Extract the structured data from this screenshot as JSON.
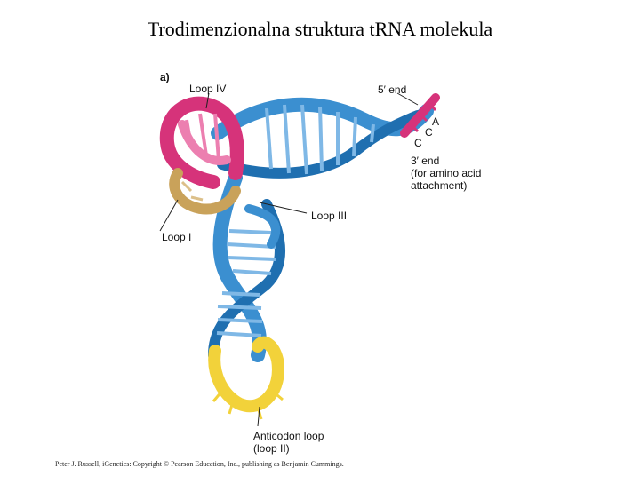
{
  "title": "Trodimenzionalna struktura tRNA molekula",
  "figure": {
    "panel_label": "a)",
    "labels": {
      "loop_iv": "Loop IV",
      "five_end": "5′ end",
      "a": "A",
      "c1": "C",
      "c2": "C",
      "three_end_1": "3′ end",
      "three_end_2": "(for amino acid",
      "three_end_3": "attachment)",
      "loop_iii": "Loop III",
      "loop_i": "Loop I",
      "anticodon_1": "Anticodon loop",
      "anticodon_2": "(loop II)"
    },
    "colors": {
      "blue": "#3b8fd0",
      "blue_dark": "#1f6fb0",
      "magenta": "#d6337a",
      "pink": "#ec7fb0",
      "tan": "#c9a25a",
      "yellow": "#f2d23a"
    }
  },
  "footer": "Peter J. Russell, iGenetics: Copyright © Pearson Education, Inc., publishing as Benjamin Cummings."
}
